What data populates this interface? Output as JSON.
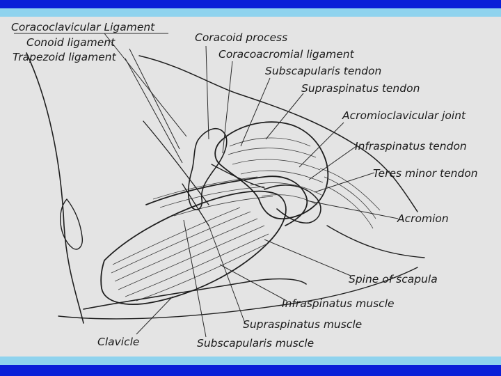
{
  "colors": {
    "frame_dark": "#0a1fd8",
    "frame_light": "#8fd3ee",
    "background": "#e4e4e4",
    "ink": "#1e1e1e"
  },
  "labels": {
    "coracoclavicular_ligament": "Coracoclavicular Ligament",
    "conoid_ligament": "Conoid ligament",
    "trapezoid_ligament": "Trapezoid ligament",
    "coracoid_process": "Coracoid process",
    "coracoacromial_ligament": "Coracoacromial ligament",
    "subscapularis_tendon": "Subscapularis tendon",
    "supraspinatus_tendon": "Supraspinatus tendon",
    "acromioclavicular_joint": "Acromioclavicular joint",
    "infraspinatus_tendon": "Infraspinatus tendon",
    "teres_minor_tendon": "Teres minor tendon",
    "acromion": "Acromion",
    "spine_of_scapula": "Spine of scapula",
    "infraspinatus_muscle": "Infraspinatus muscle",
    "supraspinatus_muscle": "Supraspinatus muscle",
    "clavicle": "Clavicle",
    "subscapularis_muscle": "Subscapularis muscle"
  }
}
